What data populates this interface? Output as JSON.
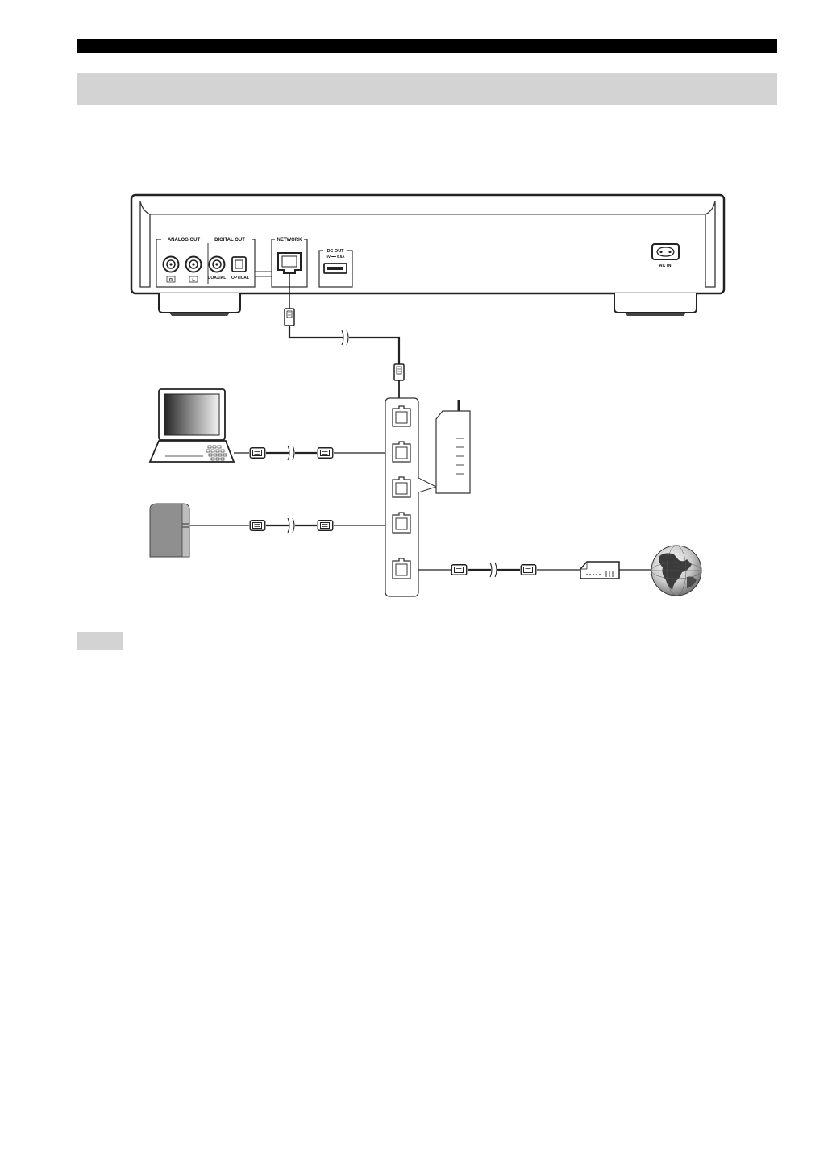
{
  "player": {
    "analog_out_label": "ANALOG OUT",
    "digital_out_label": "DIGITAL OUT",
    "network_label": "NETWORK",
    "dc_out_label": "DC OUT",
    "dc_out_rating": "5V ━━ 0.5A",
    "ac_in_label": "AC IN",
    "analog_right_label": "R",
    "analog_left_label": "L",
    "coaxial_label": "COAXIAL",
    "optical_label": "OPTICAL"
  },
  "icons": [
    "player-rear-panel",
    "laptop-icon",
    "nas-server-icon",
    "network-hub-icon",
    "wireless-router-icon",
    "modem-icon",
    "globe-icon",
    "lan-plug-icon"
  ],
  "colors": {
    "band": "#d3d3d3",
    "bar": "#000000",
    "line": "#333333"
  }
}
